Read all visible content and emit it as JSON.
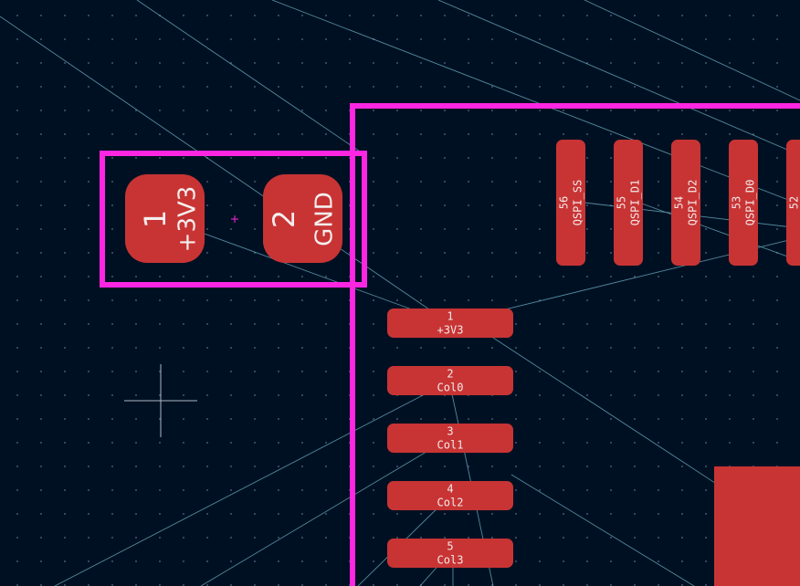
{
  "colors": {
    "background": "#001023",
    "pad": "#c83434",
    "courtyard": "#ff26e2",
    "ratsnest": "#6fb3c4",
    "cursor": "#c9d6e3",
    "pad_text": "#f2e9e9"
  },
  "capacitor": {
    "pads": [
      {
        "number": "1",
        "net": "+3V3"
      },
      {
        "number": "2",
        "net": "GND"
      }
    ]
  },
  "ic": {
    "top_pads": [
      {
        "number": "56",
        "net": "QSPI_SS"
      },
      {
        "number": "55",
        "net": "QSPI_D1"
      },
      {
        "number": "54",
        "net": "QSPI_D2"
      },
      {
        "number": "53",
        "net": "QSPI_D0"
      },
      {
        "number": "52",
        "net": ""
      }
    ],
    "left_pads": [
      {
        "number": "1",
        "net": "+3V3"
      },
      {
        "number": "2",
        "net": "Col0"
      },
      {
        "number": "3",
        "net": "Col1"
      },
      {
        "number": "4",
        "net": "Col2"
      },
      {
        "number": "5",
        "net": "Col3"
      }
    ]
  }
}
